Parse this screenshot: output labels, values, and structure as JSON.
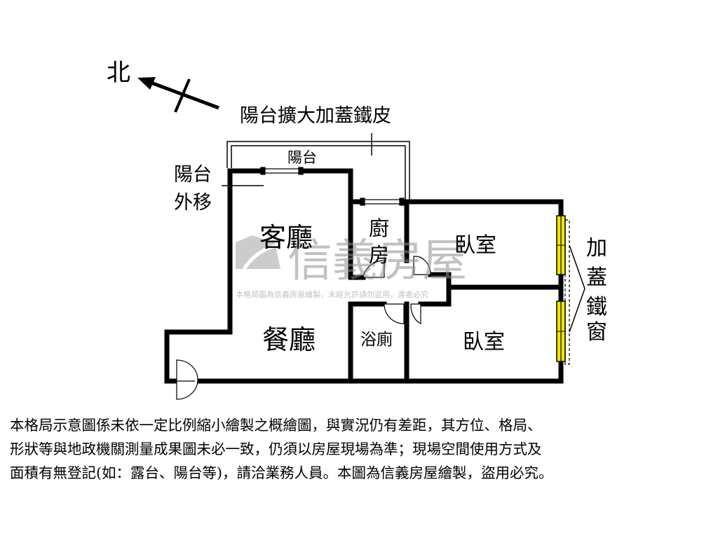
{
  "compass": {
    "label": "北"
  },
  "labels": {
    "balcony_extension": "陽台擴大加蓋鐵皮",
    "balcony": "陽台",
    "balcony_moved_line1": "陽台",
    "balcony_moved_line2": "外移",
    "living_room": "客廳",
    "kitchen_line1": "廚",
    "kitchen_line2": "房",
    "dining_room": "餐廳",
    "bathroom": "浴廁",
    "bedroom_top": "臥室",
    "bedroom_bottom": "臥室",
    "iron_window_line1": "加",
    "iron_window_line2": "蓋",
    "iron_window_line3": "鐵",
    "iron_window_line4": "窗"
  },
  "watermark": {
    "brand": "信義房屋",
    "notice": "本格局圖為信義房屋繪製，未經允許請勿盜用，違者必究"
  },
  "colors": {
    "wall": "#000000",
    "window_fill": "#f2e600",
    "watermark": "#8f8f8f"
  },
  "disclaimer": {
    "line1": "本格局示意圖係未依一定比例縮小繪製之概繪圖，與實況仍有差距，其方位、格局、",
    "line2": "形狀等與地政機關測量成果圖未必一致，仍須以房屋現場為準；現場空間使用方式及",
    "line3": "面積有無登記(如：露台、陽台等)，請洽業務人員。本圖為信義房屋繪製，盜用必究。"
  }
}
